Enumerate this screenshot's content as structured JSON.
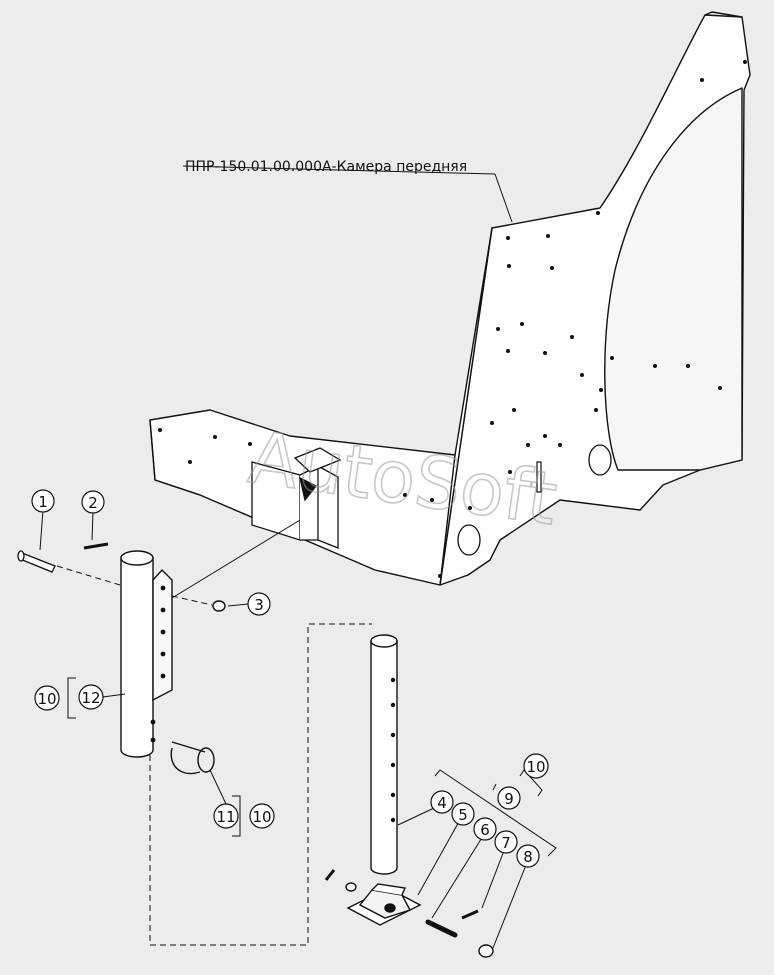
{
  "diagram": {
    "assembly_title": "ППР-150.01.00.000А-Камера передняя",
    "watermark": "AutoSoft",
    "callouts": {
      "c1": "1",
      "c2": "2",
      "c3": "3",
      "c4": "4",
      "c5": "5",
      "c6": "6",
      "c7": "7",
      "c8": "8",
      "c9": "9",
      "c10a": "10",
      "c10b": "10",
      "c10c": "10",
      "c11": "11",
      "c12": "12"
    }
  }
}
